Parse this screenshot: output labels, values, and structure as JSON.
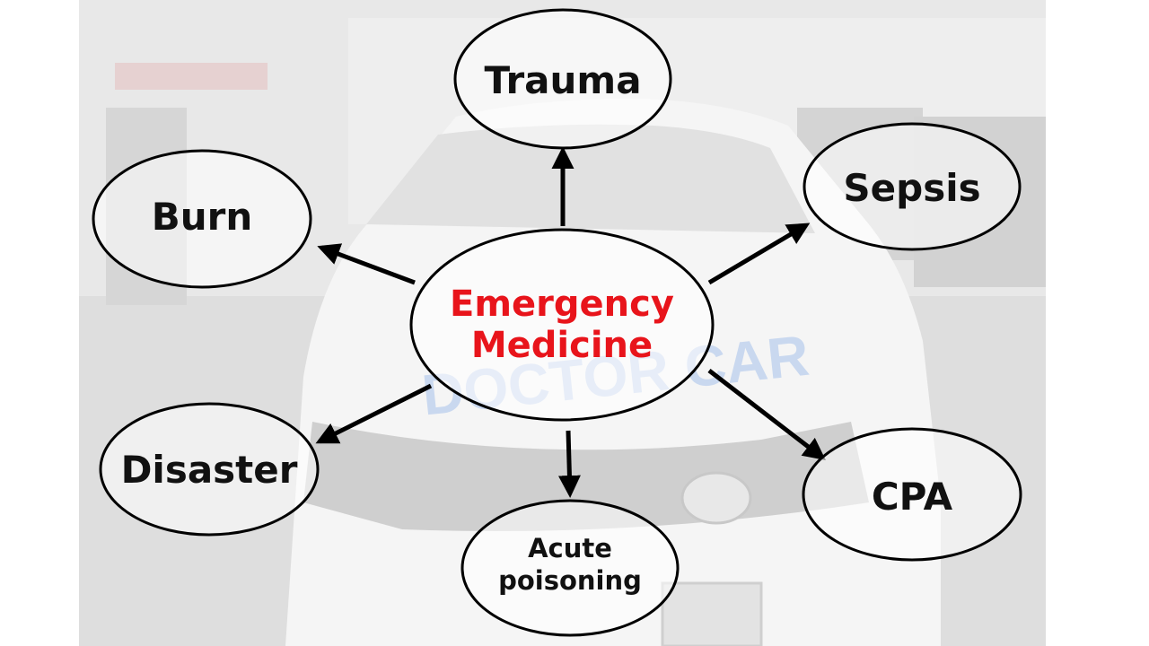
{
  "diagram": {
    "center": {
      "label": "Emergency\nMedicine",
      "color": "#e8141b"
    },
    "nodes": {
      "trauma": "Trauma",
      "sepsis": "Sepsis",
      "burn": "Burn",
      "disaster": "Disaster",
      "cpa": "CPA",
      "acute_poisoning": "Acute\npoisoning"
    }
  },
  "background_photo": {
    "overlay_text": "DOCTOR CAR",
    "overlay_color": "#c9d8ef"
  }
}
